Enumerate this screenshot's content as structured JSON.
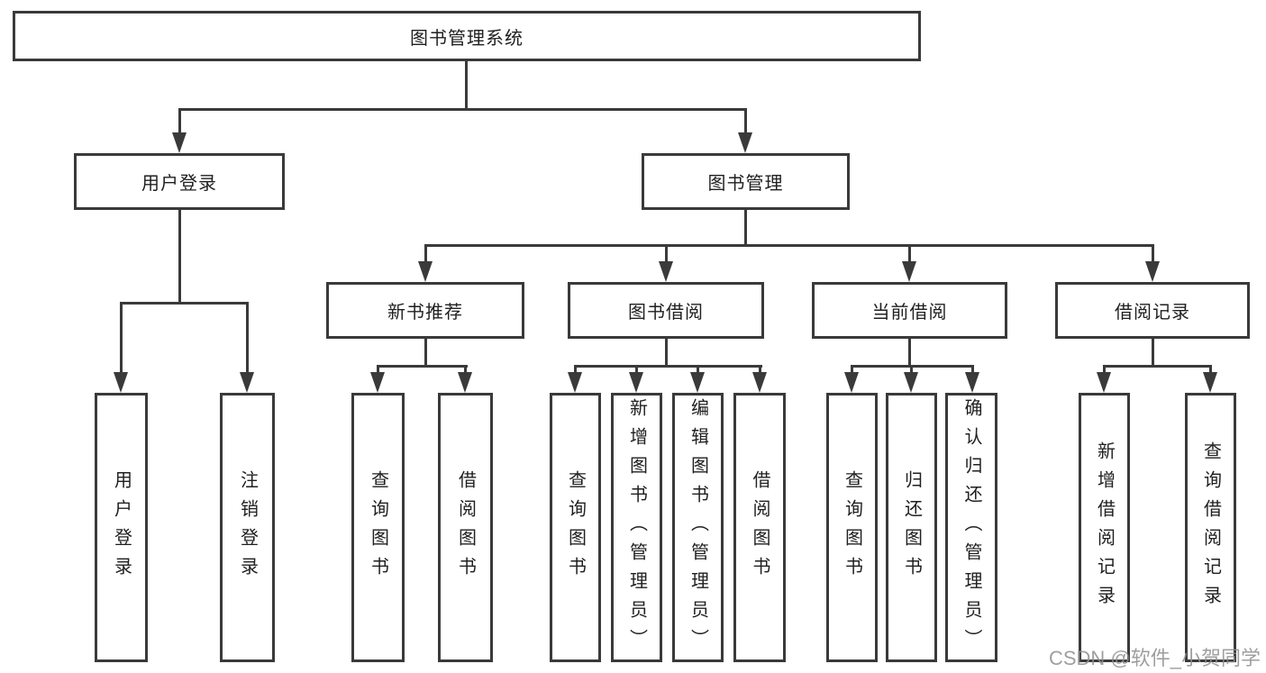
{
  "diagram": {
    "watermark": "CSDN @软件_小贺同学",
    "colors": {
      "line": "#3a3a3a",
      "text": "#1f1f1f",
      "box_fill": "#ffffff",
      "background": "#ffffff",
      "watermark": "#8f8f8f"
    },
    "tree": {
      "root": {
        "label": "图书管理系统",
        "children": [
          {
            "label": "用户登录",
            "children": [
              {
                "label": "用户登录"
              },
              {
                "label": "注销登录"
              }
            ]
          },
          {
            "label": "图书管理",
            "children": [
              {
                "label": "新书推荐",
                "children": [
                  {
                    "label": "查询图书"
                  },
                  {
                    "label": "借阅图书"
                  }
                ]
              },
              {
                "label": "图书借阅",
                "children": [
                  {
                    "label": "查询图书"
                  },
                  {
                    "label": "新增图书（管理员）"
                  },
                  {
                    "label": "编辑图书（管理员）"
                  },
                  {
                    "label": "借阅图书"
                  }
                ]
              },
              {
                "label": "当前借阅",
                "children": [
                  {
                    "label": "查询图书"
                  },
                  {
                    "label": "归还图书"
                  },
                  {
                    "label": "确认归还（管理员）"
                  }
                ]
              },
              {
                "label": "借阅记录",
                "children": [
                  {
                    "label": "新增借阅记录"
                  },
                  {
                    "label": "查询借阅记录"
                  }
                ]
              }
            ]
          }
        ]
      }
    }
  }
}
